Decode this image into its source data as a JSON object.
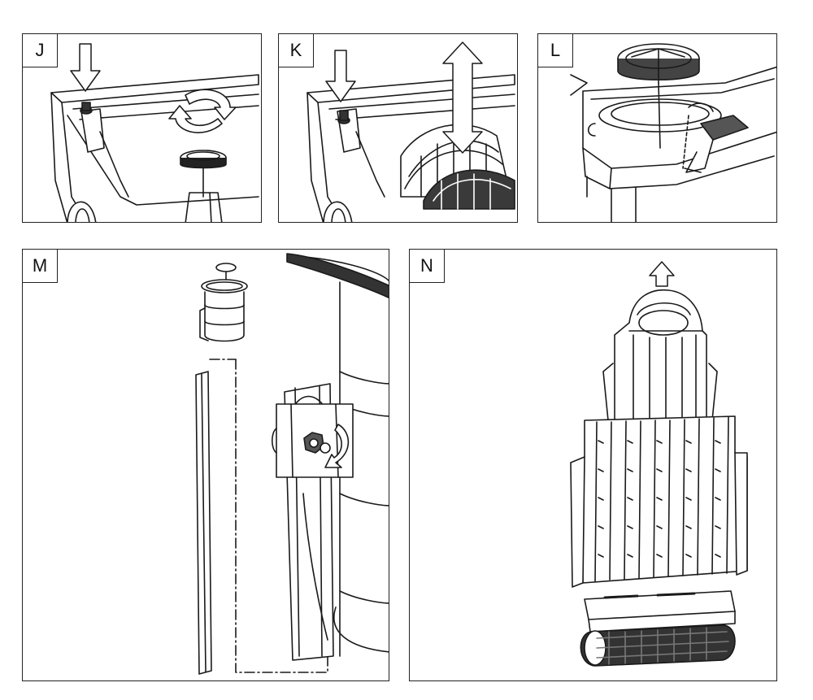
{
  "panels": {
    "j": {
      "label": "J"
    },
    "k": {
      "label": "K"
    },
    "l": {
      "label": "L"
    },
    "m": {
      "label": "M"
    },
    "n": {
      "label": "N"
    }
  },
  "colors": {
    "line": "#1a1a1a",
    "fill": "#ffffff",
    "shade": "#555555",
    "dark_part": "#3a3a3a"
  },
  "icons": [
    "down-arrow-icon",
    "rotate-arrows-icon",
    "double-vertical-arrow-icon",
    "up-arrow-icon",
    "wrench-rotation-icon"
  ]
}
